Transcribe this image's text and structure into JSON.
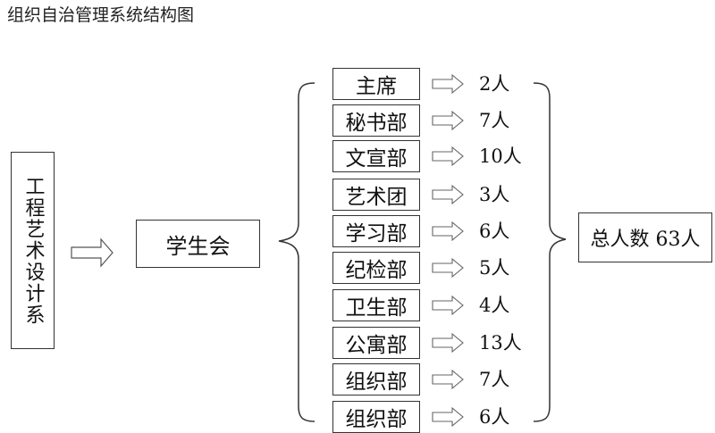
{
  "title": "组织自治管理系统结构图",
  "department": "工程艺术设计系",
  "union": "学生会",
  "branches": [
    {
      "name": "主席",
      "count": "2人"
    },
    {
      "name": "秘书部",
      "count": "7人"
    },
    {
      "name": "文宣部",
      "count": "10人"
    },
    {
      "name": "艺术团",
      "count": "3人"
    },
    {
      "name": "学习部",
      "count": "6人"
    },
    {
      "name": "纪检部",
      "count": "5人"
    },
    {
      "name": "卫生部",
      "count": "4人"
    },
    {
      "name": "公寓部",
      "count": "13人"
    },
    {
      "name": "组织部",
      "count": "7人"
    },
    {
      "name": "组织部",
      "count": "6人"
    }
  ],
  "total": "总人数 63人"
}
